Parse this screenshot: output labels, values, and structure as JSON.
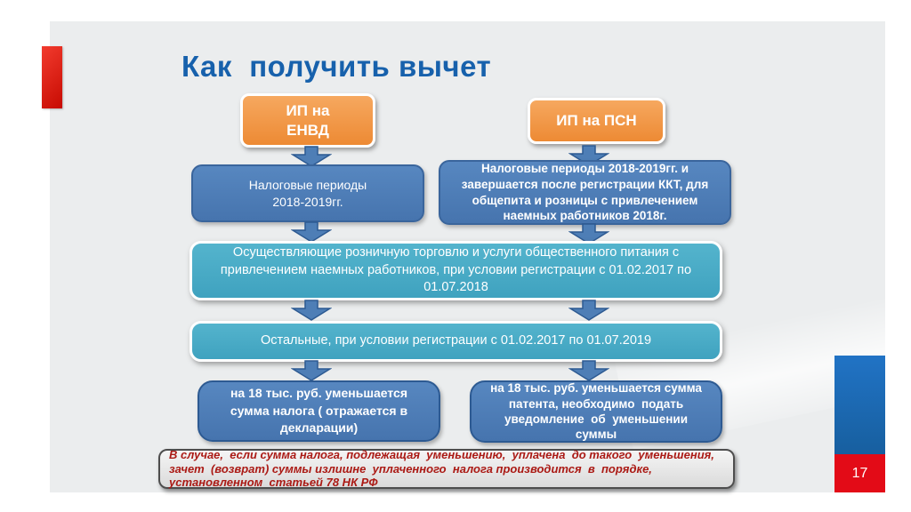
{
  "slide": {
    "title": "Как  получить вычет",
    "page_number": "17"
  },
  "diagram": {
    "left": {
      "header": "ИП на\nЕНВД",
      "period": "Налоговые периоды\n2018-2019гг.",
      "result": "на 18 тыс. руб. уменьшается\nсумма налога ( отражается в\nдекларации)"
    },
    "right": {
      "header": "ИП на ПСН",
      "period": "Налоговые периоды 2018-2019гг. и\nзавершается после регистрации ККТ, для\nобщепита и розницы с привлечением\nнаемных работников 2018г.",
      "result": "на 18 тыс. руб. уменьшается сумма\nпатента, необходимо  подать\nуведомление  об  уменьшении\nсуммы"
    },
    "condition1": "Осуществляющие розничную торговлю и услуги общественного питания с\nпривлечением наемных работников, при условии регистрации с 01.02.2017 по\n01.07.2018",
    "condition2": "Остальные, при условии регистрации с 01.02.2017 по 01.07.2019"
  },
  "note": {
    "text": "В случае,  если сумма налога, подлежащая  уменьшению,  уплачена  до такого  уменьшения,\nзачет  (возврат) суммы излишне  уплаченного  налога производится  в  порядке,\nустановленном  статьей 78 НК РФ"
  },
  "colors": {
    "title_blue": "#1761ac",
    "node_orange": "#ed8a34",
    "node_blue": "#4674ae",
    "node_teal": "#45abc7",
    "note_red": "#ab1a15",
    "accent_red": "#e30b17",
    "sidebar_blue": "#1a68bb",
    "slide_background": "#ebedee"
  }
}
